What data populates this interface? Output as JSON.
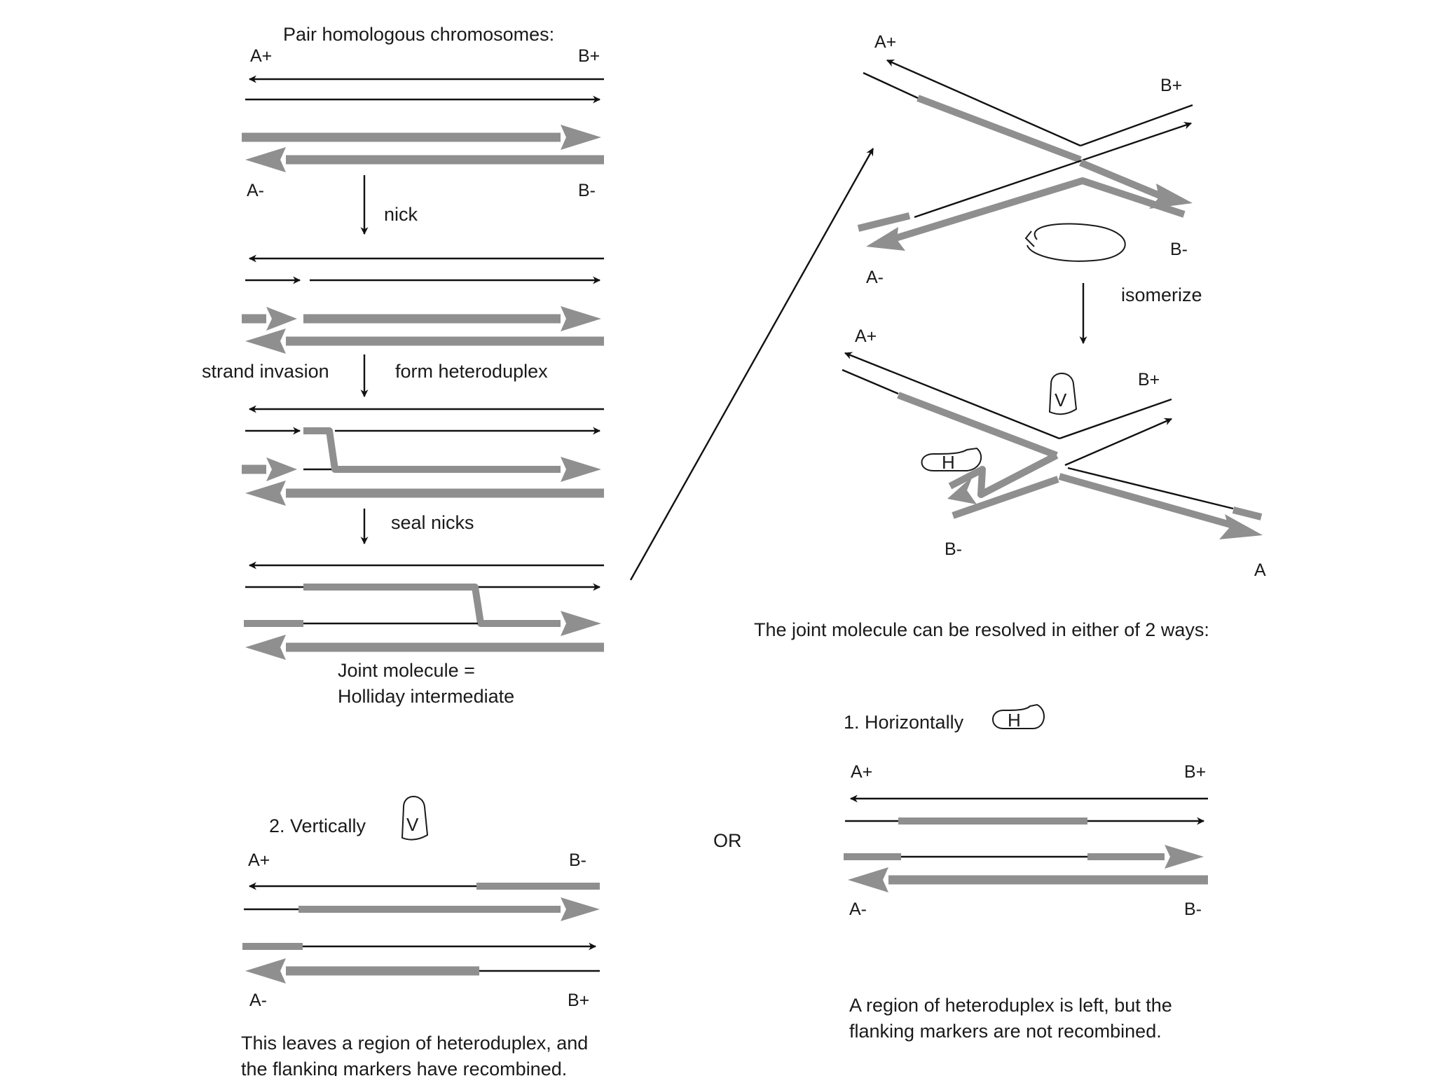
{
  "steps": {
    "pair_title": "Pair homologous chromosomes:",
    "nick": "nick",
    "strand_invasion": "strand invasion",
    "form_heteroduplex": "form heteroduplex",
    "seal_nicks": "seal nicks",
    "joint_line1": "Joint molecule =",
    "joint_line2": "Holliday intermediate",
    "isomerize": "isomerize",
    "resolve_text": "The joint molecule can be resolved in either of 2 ways:",
    "horizontally": "1. Horizontally",
    "vertically": "2. Vertically",
    "or": "OR",
    "vertical_result_line1": "This leaves a region of heteroduplex, and",
    "vertical_result_line2": "the flanking markers have recombined.",
    "horizontal_result_line1": "A region of heteroduplex is left, but the",
    "horizontal_result_line2": "flanking markers are not recombined."
  },
  "markers": {
    "a_plus": "A+",
    "b_plus": "B+",
    "a_minus": "A-",
    "b_minus": "B-",
    "a_cut": "A"
  },
  "cut_sites": {
    "horizontal": "H",
    "vertical": "V"
  },
  "colors": {
    "strand_black": "#111111",
    "strand_gray": "#8f8f8f"
  }
}
